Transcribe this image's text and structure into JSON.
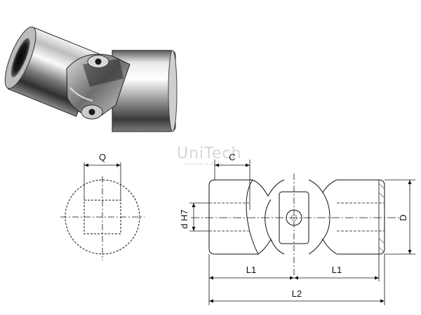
{
  "watermark": {
    "brand": "UniTech",
    "tagline": "couplings & drives"
  },
  "end_view": {
    "dimension_labels": {
      "q": "Q"
    }
  },
  "side_view": {
    "dimension_labels": {
      "c": "C",
      "bore": "d H7",
      "d": "D",
      "l1_left": "L1",
      "l1_right": "L1",
      "l2": "L2"
    }
  }
}
